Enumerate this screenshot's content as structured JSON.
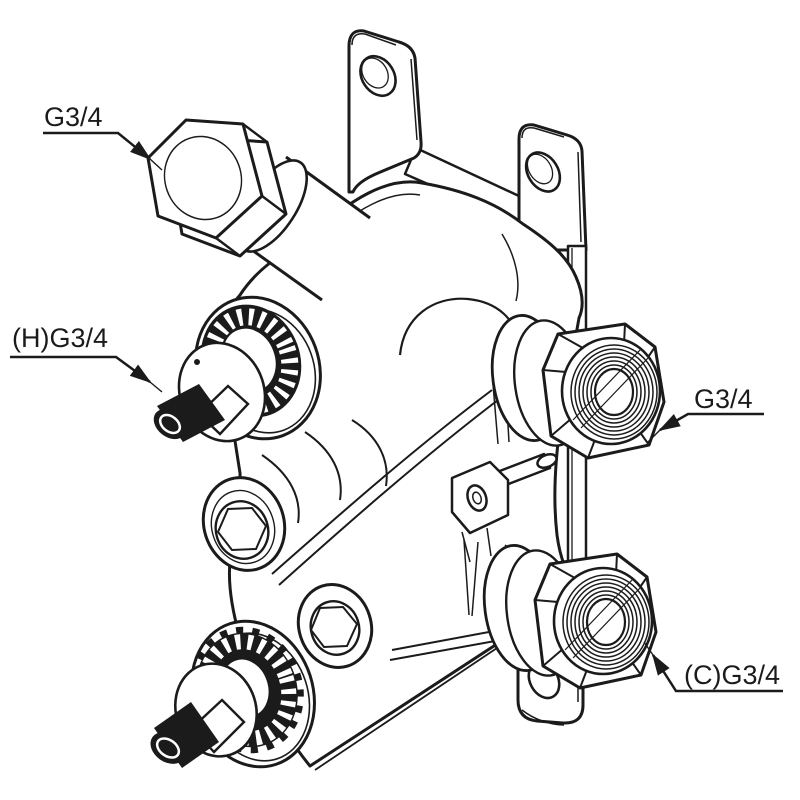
{
  "diagram": {
    "background_color": "#ffffff",
    "line_color": "#1b1b1b",
    "labels": [
      {
        "id": "inlet-top",
        "text": "G3/4"
      },
      {
        "id": "hot-port",
        "text": "(H)G3/4"
      },
      {
        "id": "outlet-top",
        "text": "G3/4"
      },
      {
        "id": "cold-port",
        "text": "(C)G3/4"
      }
    ]
  }
}
